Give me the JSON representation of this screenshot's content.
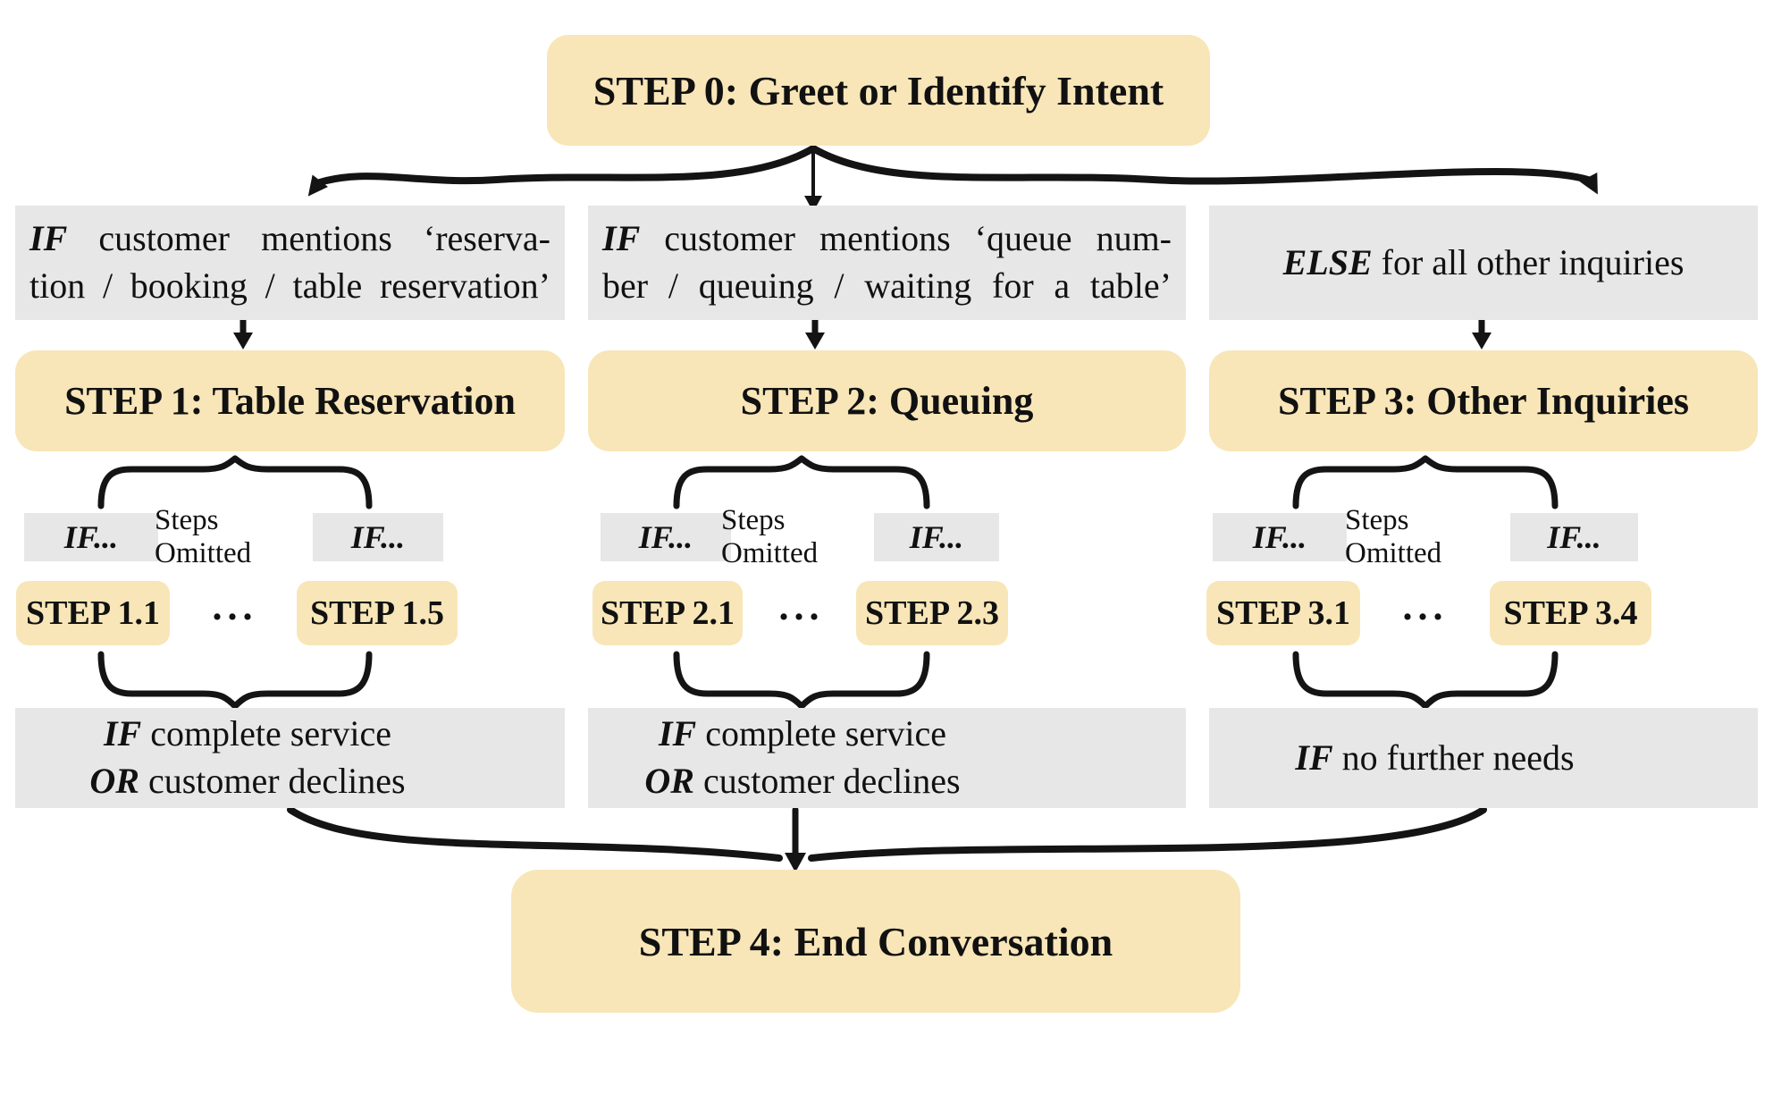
{
  "colors": {
    "step_box_fill": "#F8E6B8",
    "condition_box_fill": "#E7E7E7",
    "text": "#111111",
    "line": "#141414",
    "background": "#FFFFFF"
  },
  "flow": {
    "root_label": "STEP 0: Greet or Identify Intent",
    "end_label": "STEP 4: End Conversation"
  },
  "branches": [
    {
      "condition": {
        "line1_keyword": "IF",
        "line1_rest": " customer mentions ‘reserva-",
        "line2": "tion / booking / table reservation’"
      },
      "step_label": "STEP 1: Table Reservation",
      "sub": {
        "if_left": "IF...",
        "omitted": "Steps Omitted",
        "if_right": "IF...",
        "first": "STEP 1.1",
        "dots": "...",
        "last": "STEP 1.5"
      },
      "exit": {
        "line1_keyword": "IF",
        "line1_rest": " complete service",
        "line2_keyword": "OR",
        "line2_rest": " customer declines"
      }
    },
    {
      "condition": {
        "line1_keyword": "IF",
        "line1_rest": " customer mentions ‘queue num-",
        "line2": "ber / queuing / waiting for a table’"
      },
      "step_label": "STEP 2: Queuing",
      "sub": {
        "if_left": "IF...",
        "omitted": "Steps Omitted",
        "if_right": "IF...",
        "first": "STEP 2.1",
        "dots": "...",
        "last": "STEP 2.3"
      },
      "exit": {
        "line1_keyword": "IF",
        "line1_rest": " complete service",
        "line2_keyword": "OR",
        "line2_rest": " customer declines"
      }
    },
    {
      "condition": {
        "line1_keyword": "ELSE",
        "line1_rest": " for all other inquiries"
      },
      "step_label": "STEP 3: Other Inquiries",
      "sub": {
        "if_left": "IF...",
        "omitted": "Steps Omitted",
        "if_right": "IF...",
        "first": "STEP 3.1",
        "dots": "...",
        "last": "STEP 3.4"
      },
      "exit": {
        "line1_keyword": "IF",
        "line1_rest": " no further needs"
      }
    }
  ]
}
